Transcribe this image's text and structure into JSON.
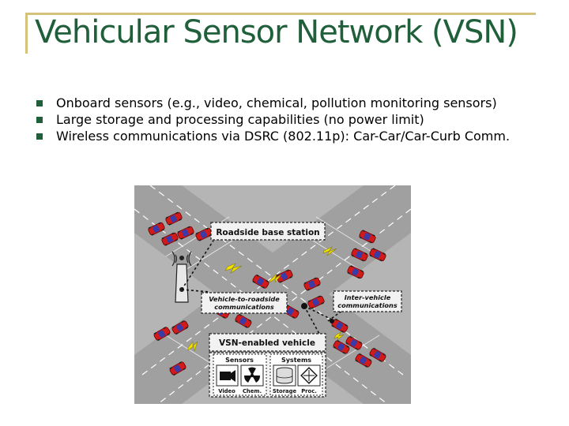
{
  "slide": {
    "title": "Vehicular Sensor Network (VSN)",
    "bullets": [
      "Onboard sensors (e.g., video, chemical, pollution monitoring sensors)",
      "Large storage and processing capabilities (no power limit)",
      "Wireless communications via DSRC (802.11p): Car-Car/Car-Curb Comm."
    ]
  },
  "figure": {
    "roadside_label": "Roadside base station",
    "v2r_label_line1": "Vehicle-to-roadside",
    "v2r_label_line2": "communications",
    "iv_label_line1": "Inter-vehicle",
    "iv_label_line2": "communications",
    "vsn_label": "VSN-enabled vehicle",
    "sensors_label": "Sensors",
    "systems_label": "Systems",
    "video_label": "Video",
    "chem_label": "Chem.",
    "storage_label": "Storage",
    "proc_label": "Proc."
  },
  "colors": {
    "title": "#1f5f3a",
    "rule": "#d4c27a",
    "road": "#9a9a9a",
    "background_grey": "#b5b5b5",
    "car_red": "#d11a1a",
    "lightning": "#f3e100"
  },
  "icons": [
    "bullet-square-icon",
    "antenna-tower-icon",
    "car-icon",
    "lightning-icon",
    "video-camera-icon",
    "radiation-icon",
    "storage-disk-icon",
    "processor-chip-icon"
  ]
}
